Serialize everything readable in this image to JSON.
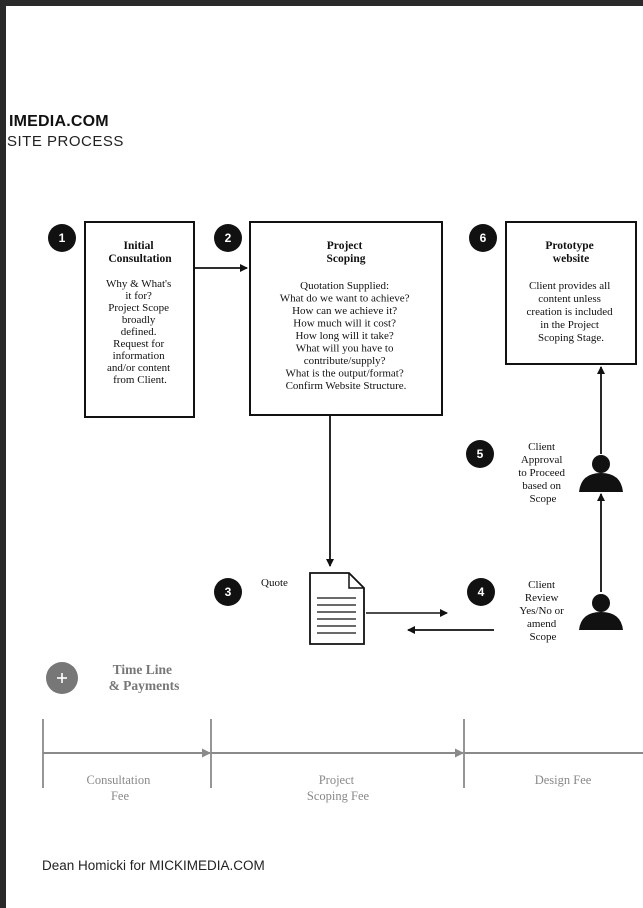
{
  "header": {
    "title": "IMEDIA.COM",
    "subtitle": "SITE PROCESS"
  },
  "steps": [
    {
      "number": "1",
      "title": [
        "Initial",
        "Consultation"
      ],
      "lines": [
        "Why & What's",
        "it for?",
        "Project Scope",
        "broadly",
        "defined.",
        "Request for",
        "information",
        "and/or content",
        "from Client."
      ]
    },
    {
      "number": "2",
      "title": [
        "Project",
        "Scoping"
      ],
      "lines": [
        "Quotation Supplied:",
        "What do we want to achieve?",
        "How can we achieve it?",
        "How much will it cost?",
        "How long will it take?",
        "What will you have to",
        "contribute/supply?",
        "What is the output/format?",
        "Confirm Website Structure."
      ]
    },
    {
      "number": "6",
      "title": [
        "Prototype",
        "website"
      ],
      "lines": [
        "Client provides all",
        "content unless",
        "creation is included",
        "in the Project",
        "Scoping Stage."
      ]
    }
  ],
  "markers": [
    {
      "number": "3",
      "label": [
        "Quote"
      ]
    },
    {
      "number": "4",
      "label": [
        "Client",
        "Review",
        "Yes/No or",
        "amend",
        "Scope"
      ]
    },
    {
      "number": "5",
      "label": [
        "Client",
        "Approval",
        "to Proceed",
        "based on",
        "Scope"
      ]
    }
  ],
  "timeline": {
    "icon": "plus-icon",
    "title": [
      "Time Line",
      "& Payments"
    ],
    "segments": [
      {
        "label": [
          "Consultation",
          "Fee"
        ]
      },
      {
        "label": [
          "Project",
          "Scoping Fee"
        ]
      },
      {
        "label": [
          "Design Fee"
        ]
      }
    ]
  },
  "footer": {
    "credit": "Dean Homicki for MICKIMEDIA.COM"
  },
  "colors": {
    "ink": "#111111",
    "timeline_gray": "#8a8a8a",
    "frame": "#2a2a2a"
  }
}
